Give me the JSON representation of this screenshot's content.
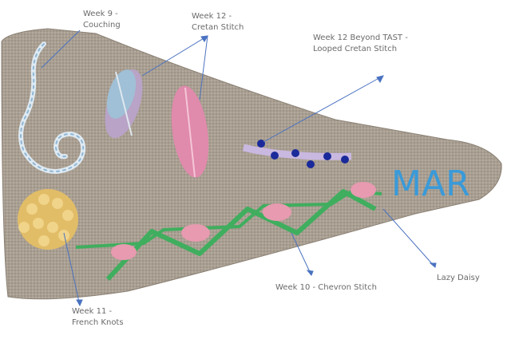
{
  "labels": {
    "couching": {
      "line1": "Week 9 -",
      "line2": "Couching"
    },
    "cretan": {
      "line1": "Week 12 -",
      "line2": "Cretan Stitch"
    },
    "looped_cretan": {
      "line1": "Week 12 Beyond TAST -",
      "line2": "Looped Cretan Stitch"
    },
    "french_knots": {
      "line1": "Week 11 -",
      "line2": "French Knots"
    },
    "chevron": {
      "line1": "Week 10 - Chevron Stitch"
    },
    "lazy_daisy": {
      "line1": "Lazy Daisy"
    }
  },
  "embroidery_text": "MAR",
  "colors": {
    "fabric": "#a79d90",
    "fabric_dark": "#8f857a",
    "pointer": "#4a72c0",
    "label_text": "#6a6a6a",
    "chevron_green": "#3fae5e",
    "daisy_pink": "#e79ab0",
    "cretan_pink": "#e08aac",
    "cretan_blue": "#9fc0d6",
    "knot_yellow": "#e8c46e",
    "couching_blue": "#cfe2ee",
    "bead_blue": "#1a2a9a",
    "mar_blue": "#3a9ad8"
  }
}
